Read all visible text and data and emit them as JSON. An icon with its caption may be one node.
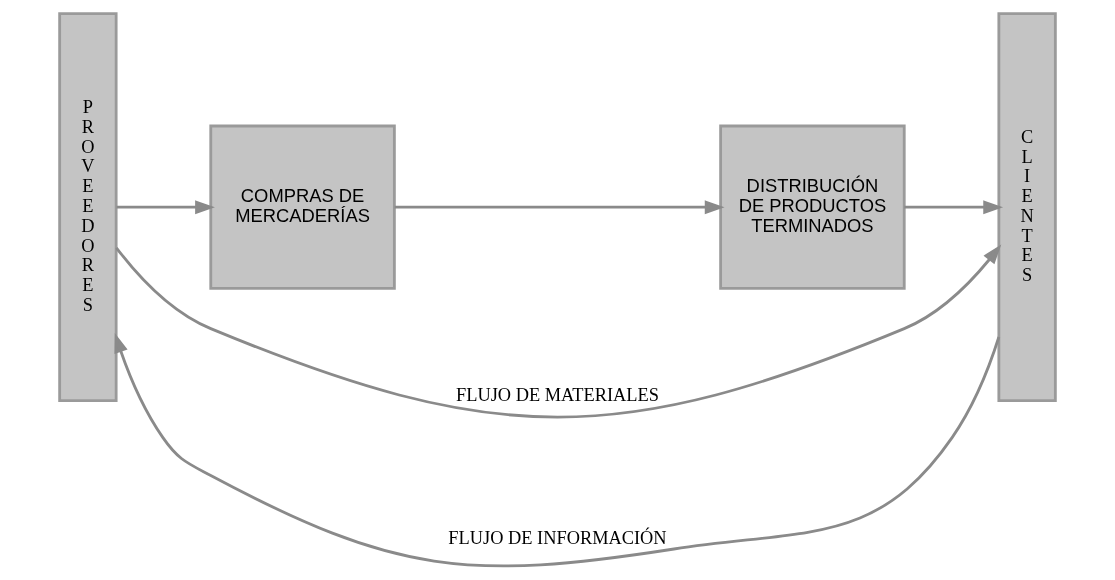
{
  "diagram": {
    "nodes": [
      {
        "text": [
          "PROVEEDORES"
        ]
      },
      {
        "text": [
          "COMPRAS DE MERCADERÍAS"
        ]
      },
      {
        "text": [
          "DISTRIBUCIÓN DE PRODUCTOS TERMINADOS"
        ]
      },
      {
        "text": [
          "CLIENTES"
        ]
      }
    ],
    "edges": [
      {
        "from": 0,
        "to": 1,
        "arrow": "to"
      },
      {
        "from": 1,
        "to": 2,
        "arrow": "to"
      },
      {
        "from": 2,
        "to": 3,
        "arrow": "to"
      },
      {
        "from": 3,
        "to": 0,
        "arrow": "to",
        "label": "FLUJO DE INFORMACIÓN"
      },
      {
        "from": 0,
        "to": 3,
        "arrow": "to",
        "label": "FLUJO DE MATERIALES"
      }
    ]
  }
}
